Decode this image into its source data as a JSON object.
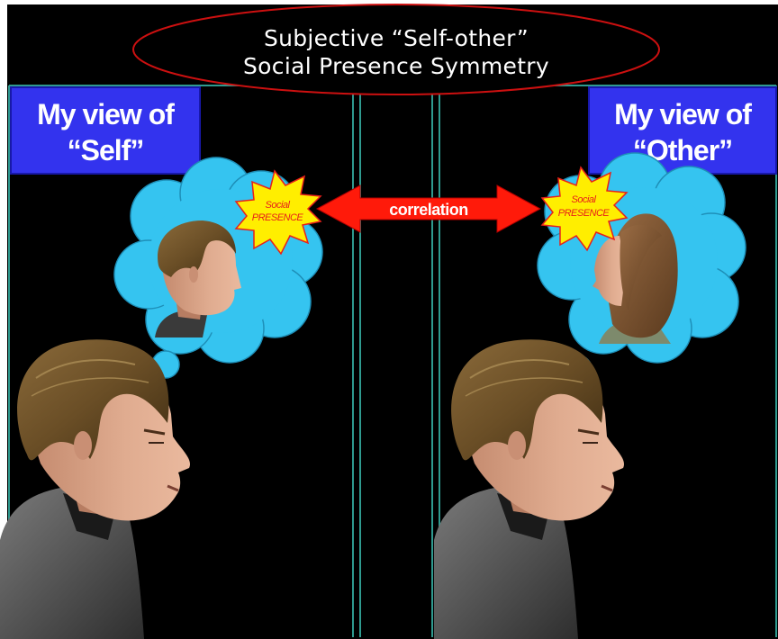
{
  "title": {
    "line1": "Subjective “Self-other”",
    "line2": "Social Presence Symmetry"
  },
  "left_panel": {
    "label_line1": "My view of",
    "label_line2": "“Self”",
    "burst_line1": "Social",
    "burst_line2": "PRESENCE"
  },
  "right_panel": {
    "label_line1": "My view of",
    "label_line2": "“Other”",
    "burst_line1": "Social",
    "burst_line2": "PRESENCE"
  },
  "arrow": {
    "label": "correlation"
  },
  "colors": {
    "background": "#000000",
    "label_box": "#3333ee",
    "cloud": "#35c4f0",
    "arrow": "#ff1a0a",
    "burst": "#ffee00",
    "burst_text": "#e8201a",
    "divider": "#2f9a8f",
    "title_oval_outline": "#cc1010"
  },
  "icons": [
    "thought-cloud-icon",
    "star-burst-icon",
    "double-arrow-icon",
    "head-icon"
  ]
}
